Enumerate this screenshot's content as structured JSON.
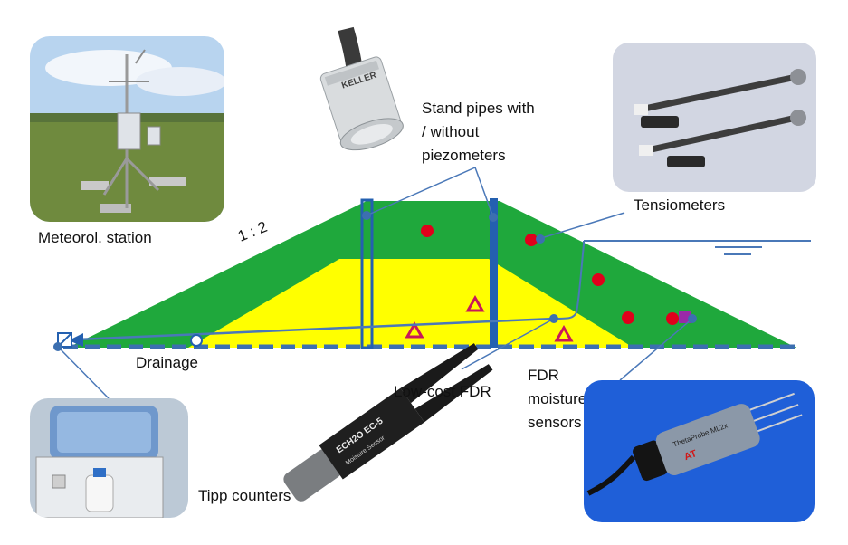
{
  "labels": {
    "meteo_station": "Meteorol. station",
    "slope": "1 : 2",
    "standpipes_line1": "Stand pipes with",
    "standpipes_line2": "/ without",
    "standpipes_line3": "piezometers",
    "tensiometers": "Tensiometers",
    "drainage": "Drainage",
    "low_cost_fdr": "Low-cost FDR",
    "fdr_line1": "FDR",
    "fdr_line2": "moisture",
    "fdr_line3": "sensors",
    "tipp_counters": "Tipp counters"
  },
  "sensor_text": {
    "echo_brand": "ECH2O EC-5",
    "echo_sub": "Moisture Sensor",
    "keller": "KELLER",
    "theta_probe": "ThetaProbe ML2x",
    "theta_at": "AT"
  },
  "colors": {
    "dam_outer": "#1fa83c",
    "dam_core": "#ffff00",
    "water": "#4a78b8",
    "pipe": "#2460b0",
    "sensor_point": "#3c6fb0",
    "red_sensor": "#e0001b",
    "triangle": "#c8185a",
    "box": "#9a2aa8"
  },
  "icons": {
    "water_level": "water-level-icon",
    "tipp_counter_node": "square-node-icon",
    "drain_node": "circle-node-icon"
  }
}
